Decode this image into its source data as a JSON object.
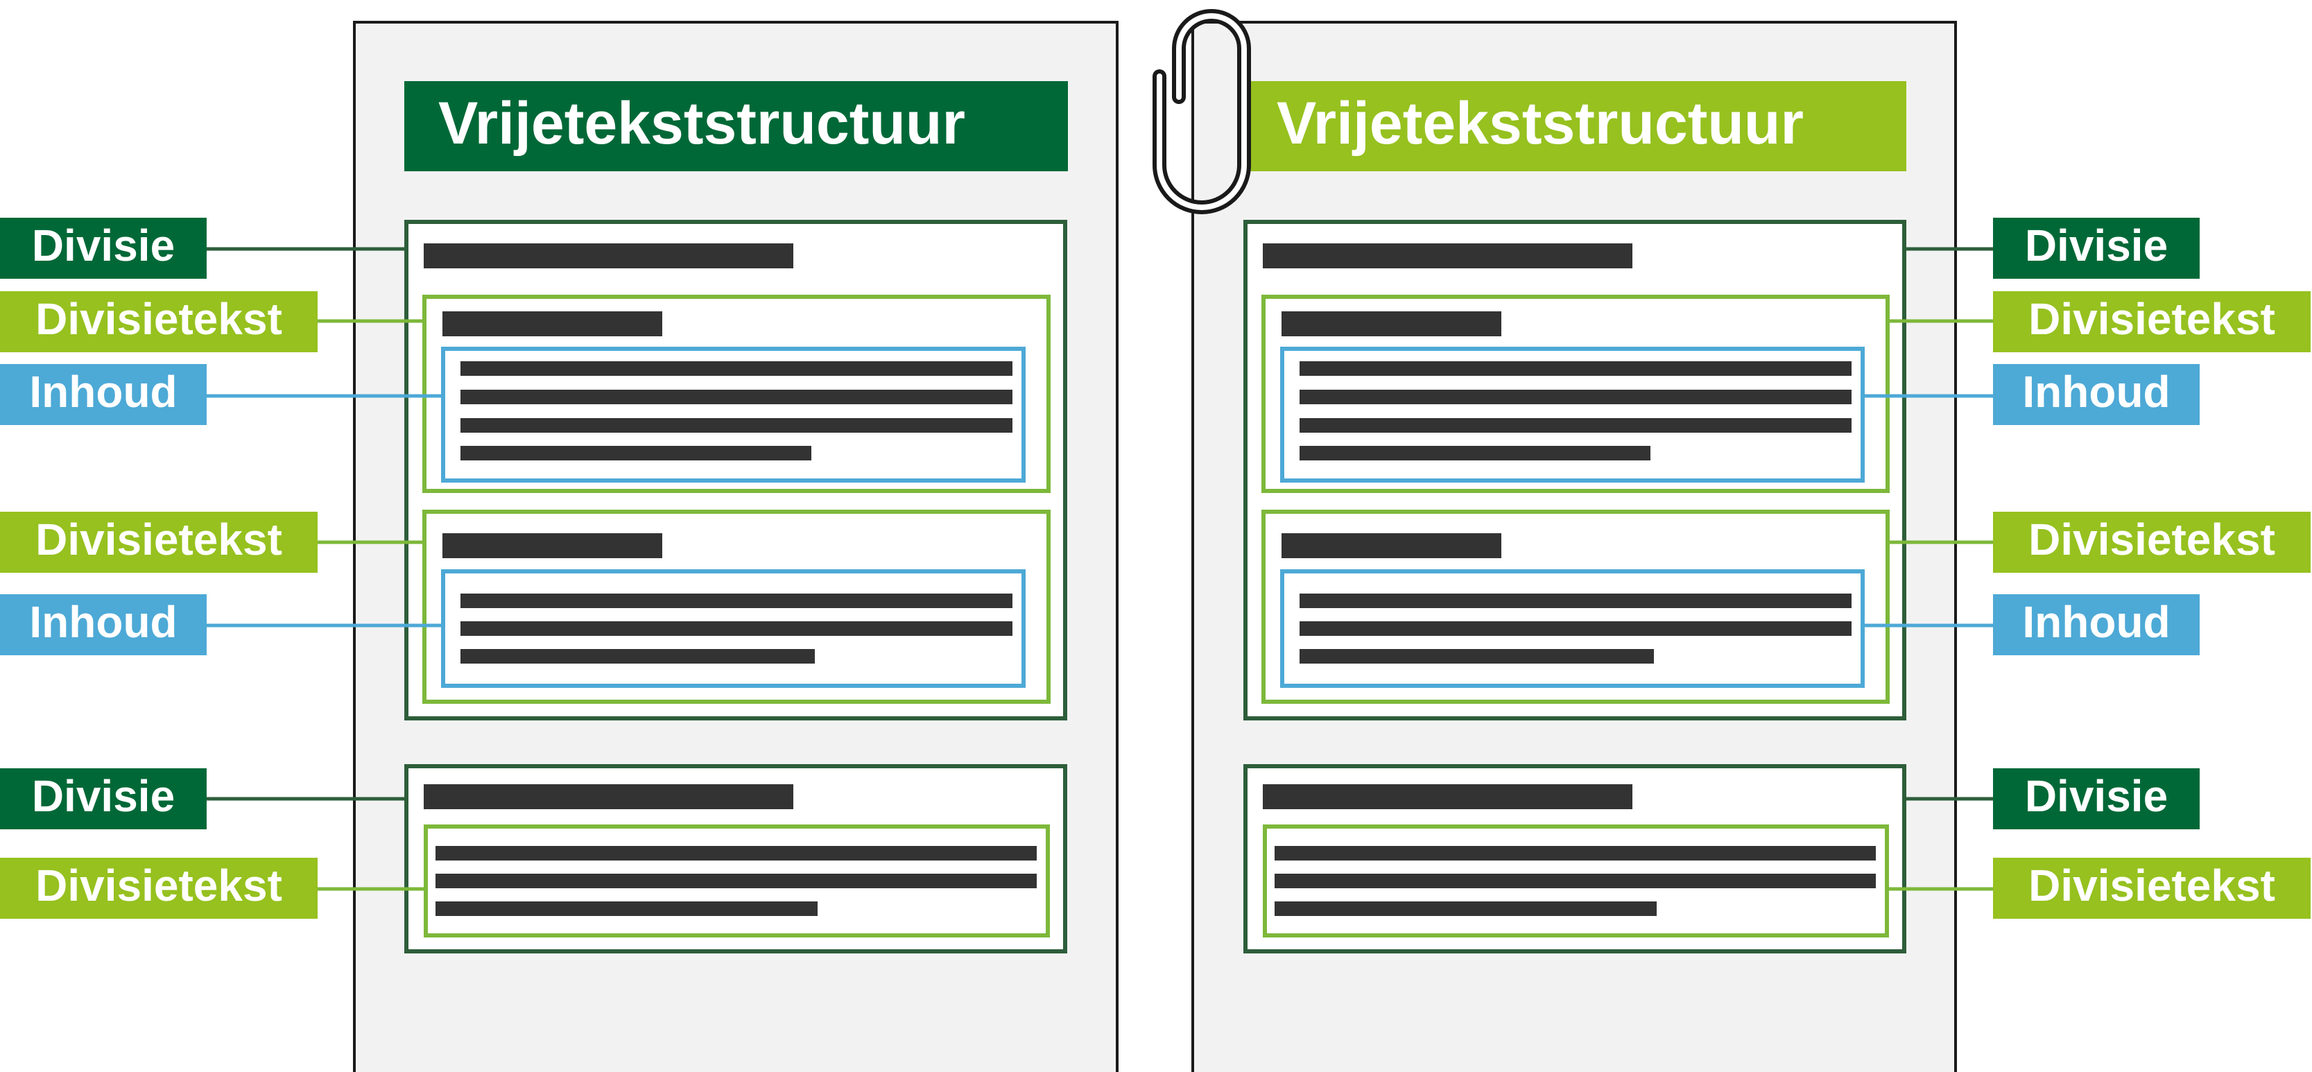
{
  "documents": [
    {
      "title": "Vrijetekststructuur",
      "title_color": "#006837"
    },
    {
      "title": "Vrijetekststructuur",
      "title_color": "#96C11F"
    }
  ],
  "labels": {
    "divisie": {
      "text": "Divisie",
      "color": "#006837"
    },
    "divisietekst": {
      "text": "Divisietekst",
      "color": "#96C11F"
    },
    "inhoud": {
      "text": "Inhoud",
      "color": "#4DA9D6"
    }
  },
  "left_labels": [
    {
      "key": "divisie"
    },
    {
      "key": "divisietekst"
    },
    {
      "key": "inhoud"
    },
    {
      "key": "divisietekst"
    },
    {
      "key": "inhoud"
    },
    {
      "key": "divisie"
    },
    {
      "key": "divisietekst"
    }
  ],
  "right_labels": [
    {
      "key": "divisie"
    },
    {
      "key": "divisietekst"
    },
    {
      "key": "inhoud"
    },
    {
      "key": "divisietekst"
    },
    {
      "key": "inhoud"
    },
    {
      "key": "divisie"
    },
    {
      "key": "divisietekst"
    }
  ],
  "colors": {
    "page_fill": "#F2F2F2",
    "page_border": "#1A1A1A",
    "divisie_border": "#2D5E3A",
    "divisietekst_border": "#7DB83A",
    "inhoud_border": "#4DA9D6",
    "text_bar": "#333333"
  }
}
